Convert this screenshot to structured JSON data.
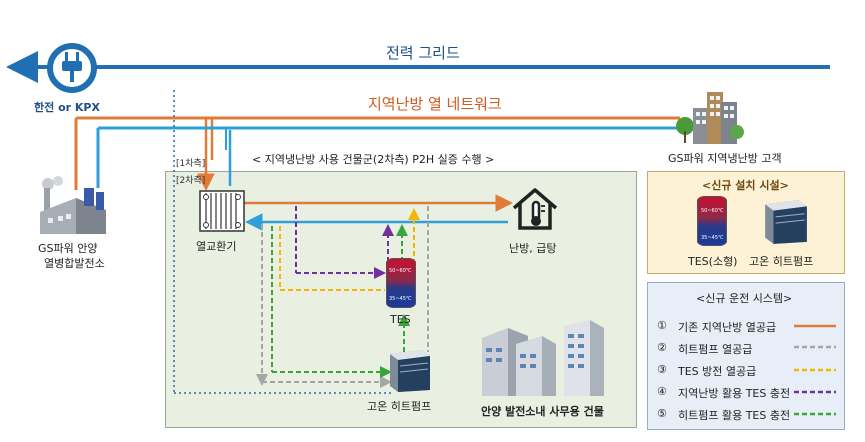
{
  "grid": {
    "label": "전력 그리드",
    "utility": "한전 or KPX"
  },
  "network": {
    "label": "지역난방 열 네트워크"
  },
  "customer": {
    "label": "GS파워 지역냉난방 고객"
  },
  "plant": {
    "label_line1": "GS파워 안양",
    "label_line2": "열병합발전소"
  },
  "demo": {
    "title": "< 지역냉난방 사용 건물군(2차측) P2H 실증 수행 >",
    "side_primary": "[1차측]",
    "side_secondary": "[2차측]",
    "heat_exchanger": "열교환기",
    "heating": "난방, 급탕",
    "tes": "TES",
    "tes_hot": "50~60℃",
    "tes_cold": "35~45℃",
    "heat_pump": "고온 히트펌프",
    "building": "안양 발전소내 사무용 건물"
  },
  "new_facility": {
    "title": "<신규 설치 시설>",
    "tes_label": "TES(소형)",
    "hp_label": "고온 히트펌프",
    "tes_hot": "50~60℃",
    "tes_cold": "35~45℃"
  },
  "legend": {
    "title": "<신규 운전 시스템>",
    "items": [
      {
        "num": "①",
        "label": "기존 지역난방 열공급",
        "color": "#e07b39",
        "style": "solid"
      },
      {
        "num": "②",
        "label": "히트펌프 열공급",
        "color": "#a6a6a6",
        "style": "dashed"
      },
      {
        "num": "③",
        "label": "TES 방전 열공급",
        "color": "#f2b705",
        "style": "dashed"
      },
      {
        "num": "④",
        "label": "지역난방 활용 TES 충전",
        "color": "#7030a0",
        "style": "dashed"
      },
      {
        "num": "⑤",
        "label": "히트펌프 활용 TES 충전",
        "color": "#3aa53a",
        "style": "dashed"
      }
    ]
  },
  "colors": {
    "grid_blue": "#1f6fb2",
    "network_orange": "#e07b39",
    "return_blue": "#2e9fd8",
    "panel_green_bg": "#e9f0e2",
    "panel_yellow_bg": "#fdf1d6",
    "panel_blue_bg": "#e8eef7"
  }
}
